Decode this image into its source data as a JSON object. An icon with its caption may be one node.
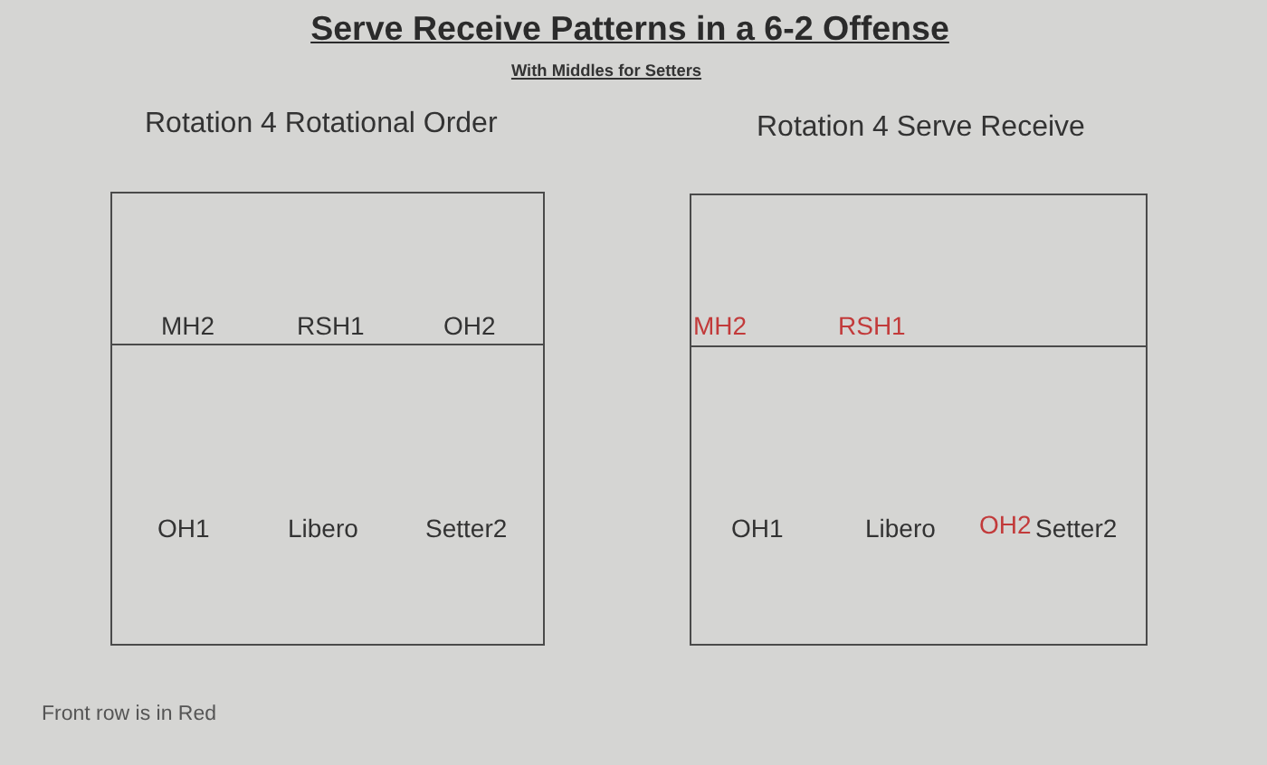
{
  "diagram": {
    "title": "Serve Receive Patterns in a 6-2 Offense",
    "nodes": [
      {
        "text": [
          "Rotation 4 Rotational Order"
        ]
      },
      {
        "text": [
          "MH2",
          "RSH1",
          "OH2"
        ],
        "in": 0
      },
      {
        "text": [
          "OH1",
          "Libero",
          "Setter2"
        ],
        "in": 0
      },
      {
        "text": [
          "Rotation 4 Serve Receive"
        ]
      },
      {
        "text": [
          "MH2",
          "RSH1"
        ],
        "in": 3
      },
      {
        "text": [
          "OH1",
          "Libero",
          "OH2",
          "Setter2"
        ],
        "in": 3
      }
    ],
    "labels": [
      "With Middles for Setters",
      "Front row is in Red"
    ]
  }
}
